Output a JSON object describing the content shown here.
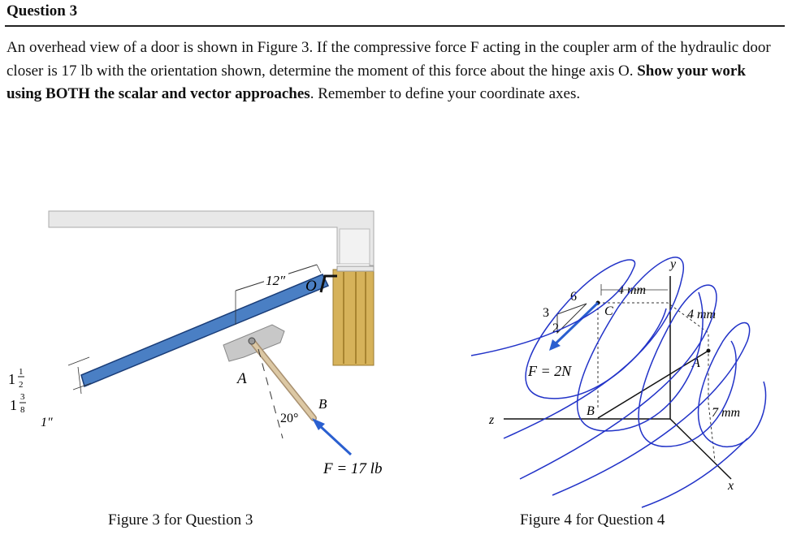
{
  "question": {
    "heading": "Question 3",
    "text_1": "An overhead view of a door is shown in Figure 3. If the compressive force F acting in the coupler arm of the hydraulic door closer is 17 lb with the orientation shown, determine the moment of this force about the hinge axis O. ",
    "text_bold": "Show your work using BOTH the scalar and vector approaches",
    "text_2": ". Remember to define your coordinate axes."
  },
  "figure3": {
    "caption": "Figure 3 for Question 3",
    "dim_12": "12″",
    "label_O": "O",
    "label_A": "A",
    "label_B": "B",
    "angle": "20°",
    "force_label": "F = 17 lb",
    "dim_half_whole": "1",
    "dim_half_num": "1",
    "dim_half_den": "2",
    "dim_38_whole": "1",
    "dim_38_num": "3",
    "dim_38_den": "8",
    "dim_1": "1″",
    "colors": {
      "door": "#4a7fc4",
      "arm": "#dcc8a4",
      "frame": "#e8e8e8",
      "jamb": "#d6b25a",
      "force": "#2a5fd0"
    }
  },
  "figure4": {
    "caption": "Figure 4 for Question 4",
    "label_y": "y",
    "label_z": "z",
    "label_x": "x",
    "label_C": "C",
    "label_A": "A",
    "label_B": "B",
    "dim_6": "6",
    "dim_3": "3",
    "dim_2": "2",
    "dim_4mm_top": "4 mm",
    "dim_4mm_right": "4 mm",
    "dim_7mm": "7 mm",
    "force_label": "F = 2N",
    "colors": {
      "scribble": "#2233c8",
      "force": "#2a5fd0"
    }
  }
}
